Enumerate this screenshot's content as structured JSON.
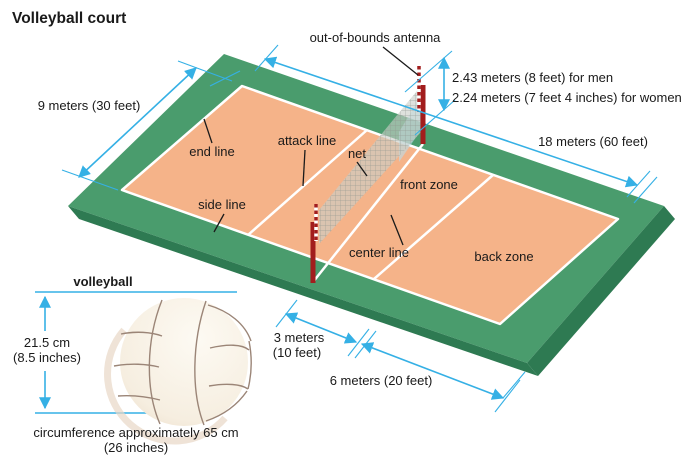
{
  "title": "Volleyball court",
  "colors": {
    "apron_green": "#4a9c6d",
    "apron_green_dark": "#2e7a52",
    "court_orange": "#f5b389",
    "line_white": "#ffffff",
    "dimension_blue": "#35b0e5",
    "pole_red": "#a21d1d",
    "net_gray": "#c9cec8",
    "net_shade_blue": "#b5e0f2",
    "ball_seam": "#9b8577"
  },
  "court": {
    "labels": {
      "antenna": "out-of-bounds antenna",
      "end_line": "end line",
      "attack_line": "attack line",
      "net": "net",
      "side_line": "side line",
      "front_zone": "front zone",
      "center_line": "center line",
      "back_zone": "back zone"
    },
    "dimensions": {
      "width": "9 meters (30 feet)",
      "length": "18 meters (60 feet)",
      "net_height_men": "2.43 meters (8 feet) for men",
      "net_height_women": "2.24 meters (7 feet 4 inches) for women",
      "attack_distance_line1": "3 meters",
      "attack_distance_line2": "(10 feet)",
      "back_zone_length": "6 meters (20 feet)"
    }
  },
  "ball": {
    "title": "volleyball",
    "diameter_line1": "21.5 cm",
    "diameter_line2": "(8.5 inches)",
    "circumference_line1": "circumference approximately 65 cm",
    "circumference_line2": "(26 inches)"
  }
}
